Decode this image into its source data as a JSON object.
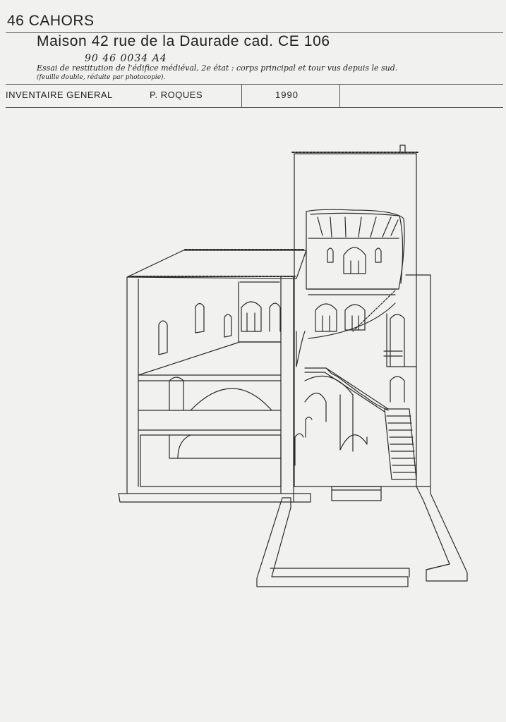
{
  "header": {
    "dept_city": "46 CAHORS",
    "title": "Maison 42 rue de la Daurade  cad. CE 106",
    "reference": "90 46 0034 A4",
    "caption_line1": "Essai de restitution de l'édifice médiéval, 2e état : corps principal et tour vus depuis le sud.",
    "caption_line2": "(feuille double, réduite par photocopie)."
  },
  "info_bar": {
    "inventory": "INVENTAIRE GENERAL",
    "author": "P.  ROQUES",
    "year": "1990"
  }
}
